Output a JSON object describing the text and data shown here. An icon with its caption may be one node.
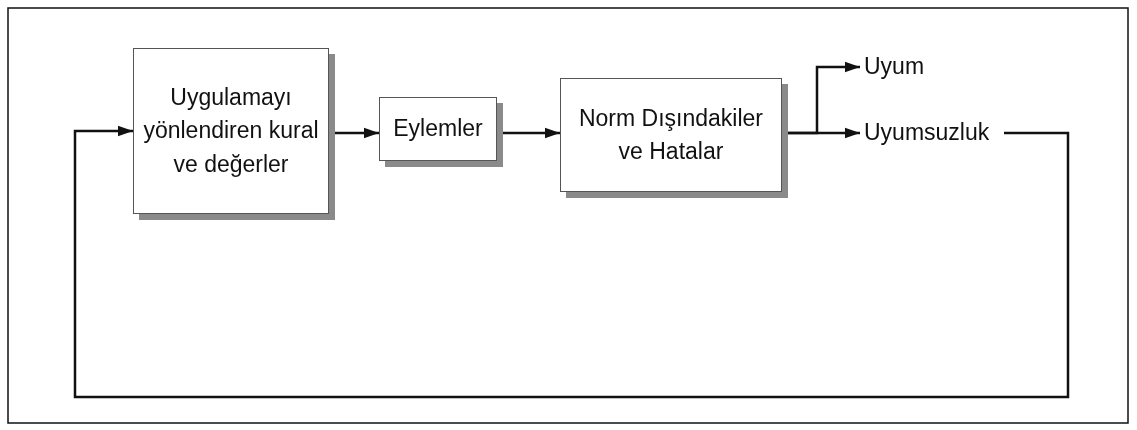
{
  "diagram": {
    "nodes": [
      {
        "text": [
          "Uygulamayı yönlendiren kural ve değerler"
        ]
      },
      {
        "text": [
          "Eylemler"
        ]
      },
      {
        "text": [
          "Norm Dışındakiler ve Hatalar"
        ]
      },
      {
        "text": [
          "Uyum"
        ]
      },
      {
        "text": [
          "Uyumsuzluk"
        ]
      }
    ],
    "edges": [
      {
        "from": 0,
        "to": 1,
        "arrow": "to"
      },
      {
        "from": 1,
        "to": 2,
        "arrow": "to"
      },
      {
        "from": 2,
        "to": 3,
        "arrow": "to"
      },
      {
        "from": 2,
        "to": 4,
        "arrow": "to"
      },
      {
        "from": 4,
        "to": 0,
        "arrow": "to"
      }
    ]
  }
}
